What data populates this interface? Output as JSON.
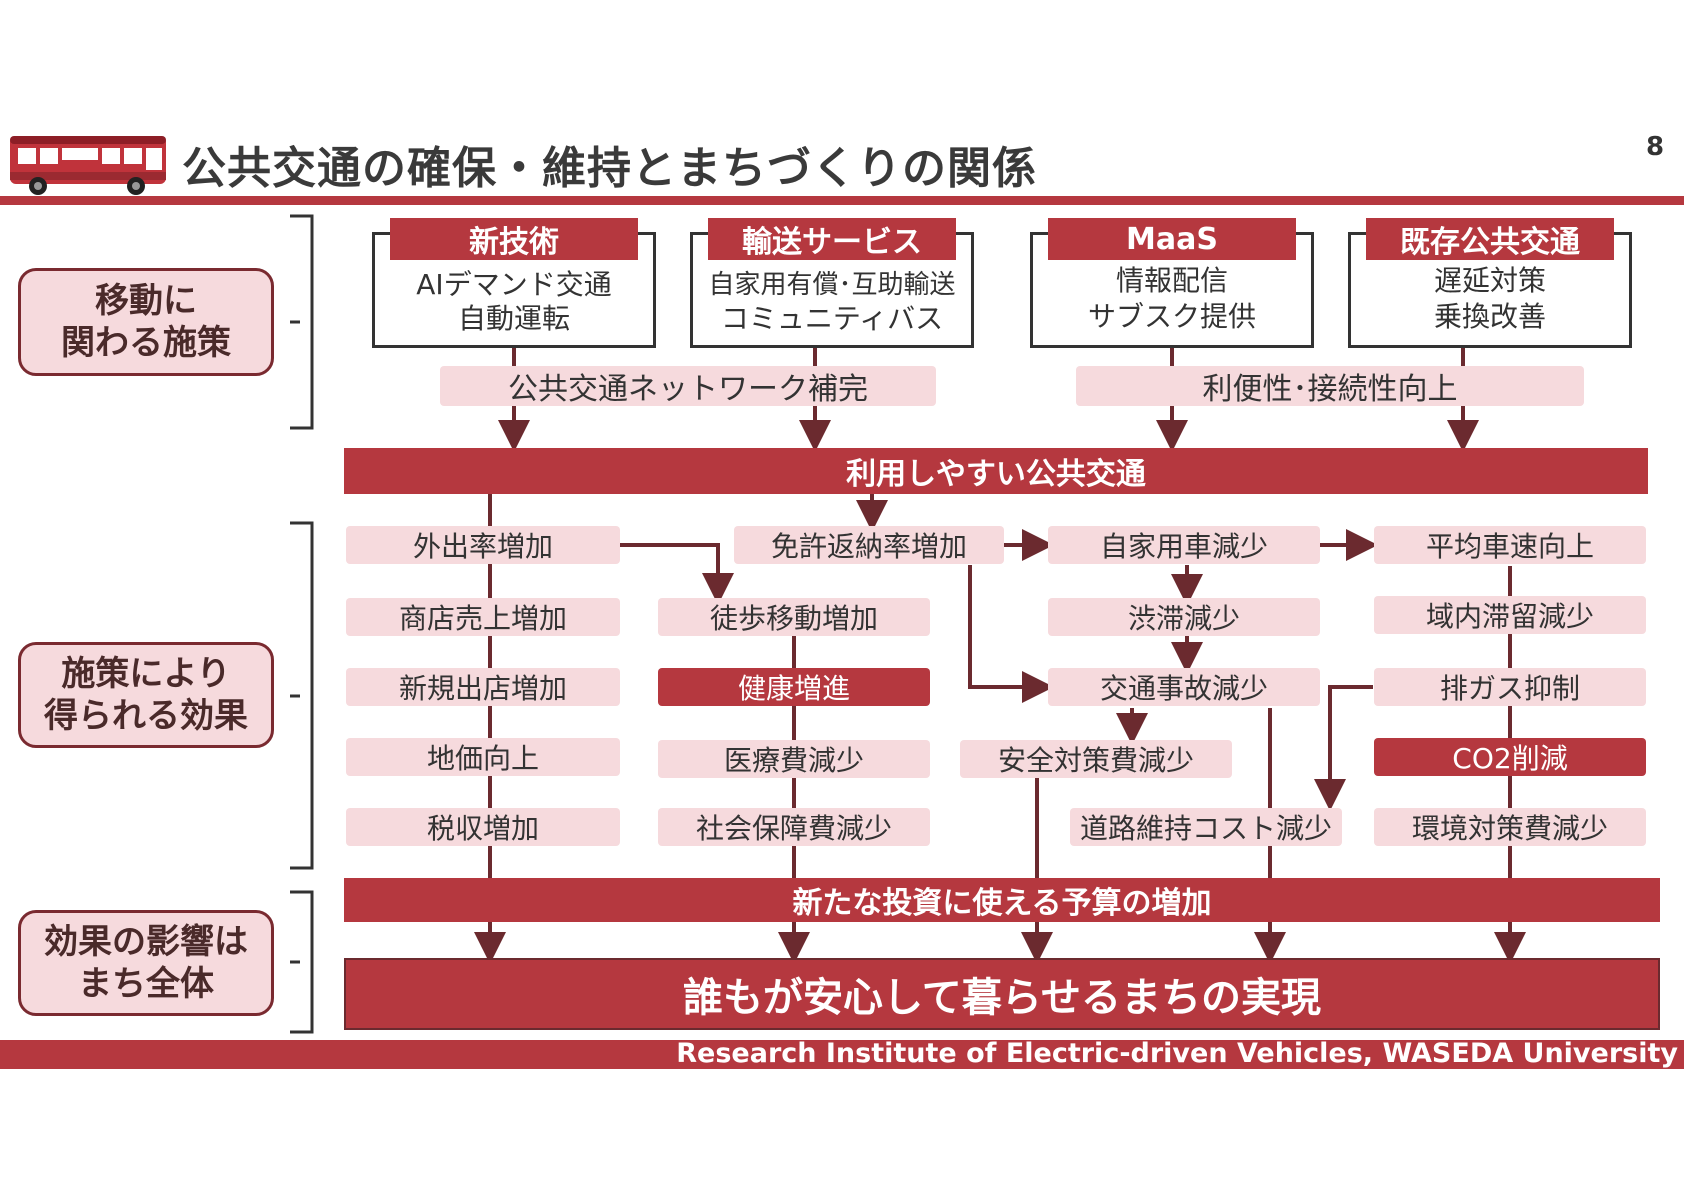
{
  "header": {
    "title": "公共交通の確保・維持とまちづくりの関係",
    "page_number": "8",
    "bus_icon": "bus-icon"
  },
  "footer": {
    "text": "Research Institute of Electric-driven Vehicles, WASEDA University"
  },
  "categories": {
    "measures": "移動に\n関わる施策",
    "effects": "施策により\n得られる効果",
    "impact": "効果の影響は\nまち全体"
  },
  "measures": [
    {
      "title": "新技術",
      "lines": [
        "AIデマンド交通",
        "自動運転"
      ]
    },
    {
      "title": "輸送サービス",
      "lines": [
        "自家用有償･互助輸送",
        "コミュニティバス"
      ]
    },
    {
      "title": "MaaS",
      "lines": [
        "情報配信",
        "サブスク提供"
      ]
    },
    {
      "title": "既存公共交通",
      "lines": [
        "遅延対策",
        "乗換改善"
      ]
    }
  ],
  "goals": {
    "network": "公共交通ネットワーク補完",
    "convenience": "利便性･接続性向上"
  },
  "bars": {
    "easy_transit": "利用しやすい公共交通",
    "budget": "新たな投資に使える予算の増加",
    "final": "誰もが安心して暮らせるまちの実現"
  },
  "effects": {
    "col1": [
      "外出率増加",
      "商店売上増加",
      "新規出店増加",
      "地価向上",
      "税収増加"
    ],
    "col2": [
      "免許返納率増加",
      "徒歩移動増加",
      "健康増進",
      "医療費減少",
      "社会保障費減少"
    ],
    "col3": [
      "自家用車減少",
      "渋滞減少",
      "交通事故減少",
      "安全対策費減少",
      "道路維持コスト減少"
    ],
    "col4": [
      "平均車速向上",
      "域内滞留減少",
      "排ガス抑制",
      "CO2削減",
      "環境対策費減少"
    ]
  },
  "colors": {
    "accent": "#b5383f",
    "pink": "#f6dadd",
    "line": "#6b2a2f"
  }
}
